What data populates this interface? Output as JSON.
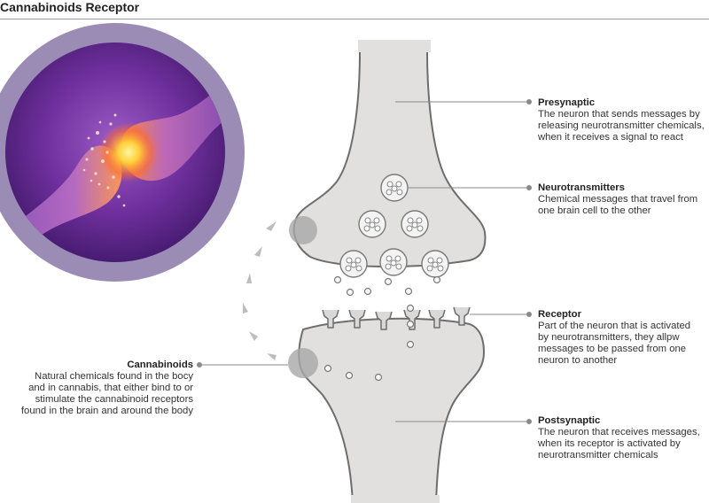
{
  "title": "Cannabinoids Receptor",
  "labels": {
    "presynaptic": {
      "heading": "Presynaptic",
      "description": "The neuron that sends messages by\nreleasing neurotransmitter chemicals,\nwhen it receives a signal to react"
    },
    "neurotransmitters": {
      "heading": "Neurotransmitters",
      "description": "Chemical messages that travel from\none brain cell to the other"
    },
    "receptor": {
      "heading": "Receptor",
      "description": "Part of the neuron that is activated\nby neurotransmitters, they allpw\nmessages to be passed from one\nneuron to another"
    },
    "postsynaptic": {
      "heading": "Postsynaptic",
      "description": "The neuron that receives messages,\nwhen its receptor is activated by\nneurotransmitter chemicals"
    },
    "cannabinoids": {
      "heading": "Cannabinoids",
      "description": "Natural chemicals found in the bocy\nand in cannabis, that either bind to or\nstimulate the cannabinoid receptors\nfound in the brain and around the body"
    }
  },
  "colors": {
    "neuron_fill": "#e1e0de",
    "neuron_outline": "#6d6d6d",
    "leader_line": "#8a8a8a",
    "circle_outer": "#9b8cb6",
    "circle_inner": "#6a2f95",
    "glow": "#ffd23c",
    "binding_site": "#a8a8a8"
  }
}
